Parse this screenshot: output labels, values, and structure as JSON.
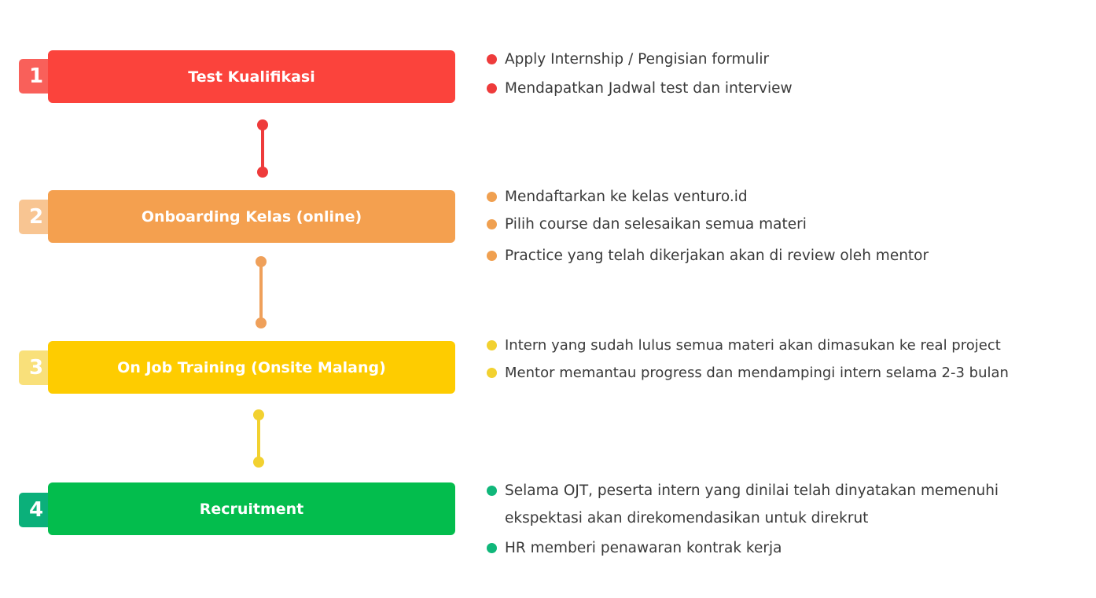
{
  "steps": [
    {
      "number": "1",
      "title": "Test Kualifikasi",
      "color": "#FB433C",
      "tab_color": "#F9605A",
      "bullets": [
        "Apply Internship / Pengisian formulir",
        "Mendapatkan Jadwal test dan interview"
      ]
    },
    {
      "number": "2",
      "title": "Onboarding Kelas (online)",
      "color": "#F4A04F",
      "tab_color": "#F8C592",
      "bullets": [
        "Mendaftarkan ke kelas venturo.id",
        "Pilih course dan selesaikan semua materi",
        "Practice yang telah dikerjakan akan di review oleh mentor"
      ]
    },
    {
      "number": "3",
      "title": "On Job Training (Onsite Malang)",
      "color": "#FECC00",
      "tab_color": "#F9E07A",
      "bullets": [
        "Intern yang sudah lulus semua materi akan dimasukan ke real project",
        "Mentor memantau progress dan mendampingi intern selama 2-3 bulan"
      ]
    },
    {
      "number": "4",
      "title": "Recruitment",
      "color": "#03BD4D",
      "tab_color": "#0BB07A",
      "bullets": [
        "Selama OJT, peserta intern yang dinilai telah dinyatakan memenuhi ekspektasi akan direkomendasikan untuk direkrut",
        "HR memberi penawaran kontrak kerja"
      ]
    }
  ],
  "connector_colors": [
    "#EE3B3B",
    "#EFA05A",
    "#F2D130"
  ],
  "bullet_colors": [
    "#EE3B3B",
    "#F0A050",
    "#F2D130",
    "#10B77A"
  ]
}
